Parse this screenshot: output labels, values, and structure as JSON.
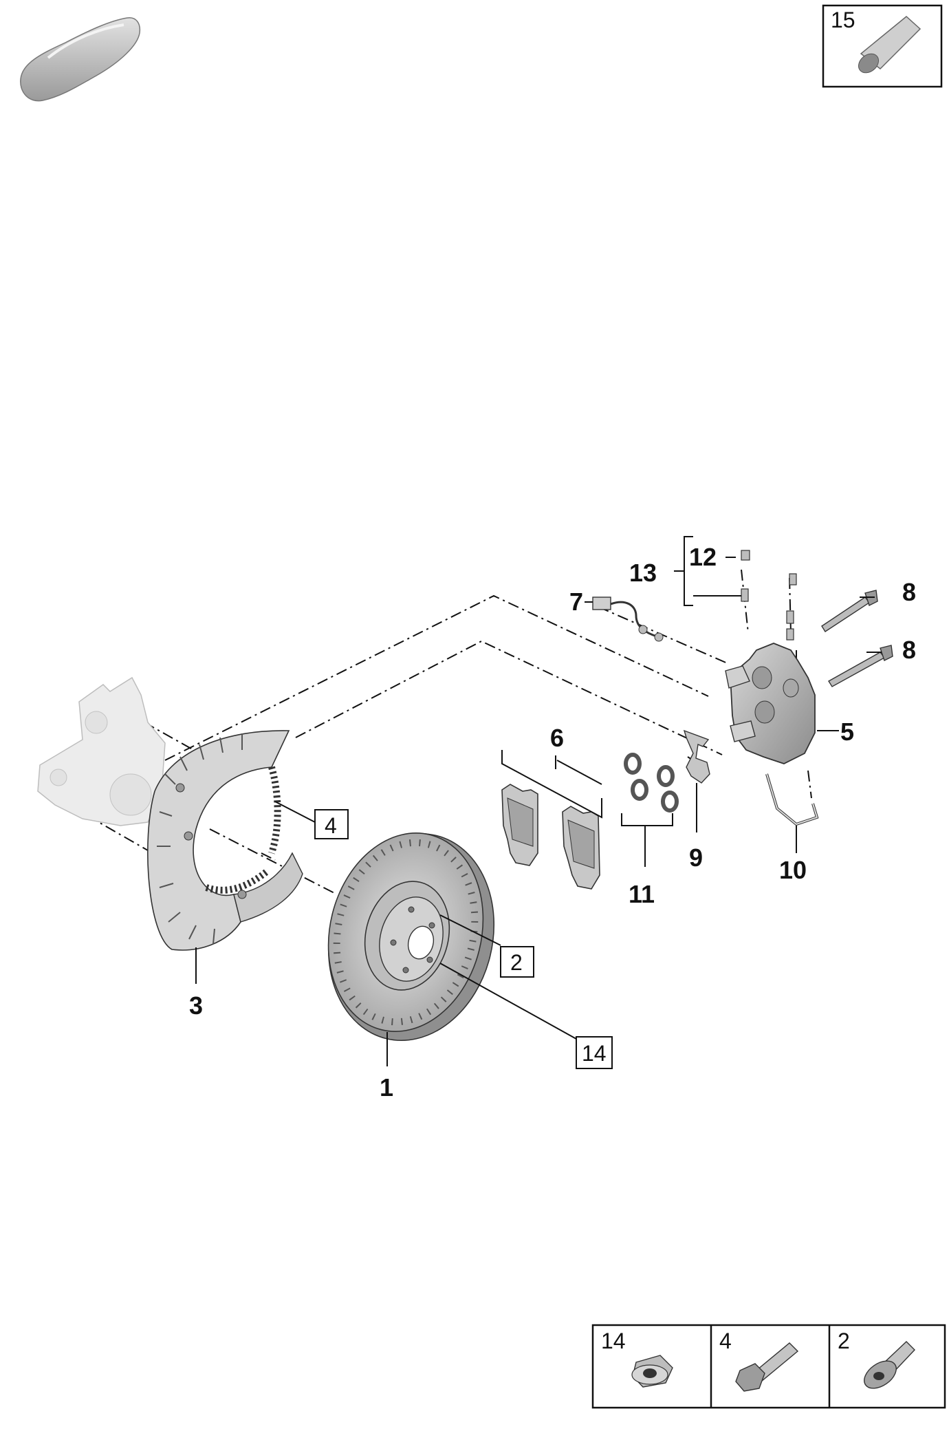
{
  "callouts": {
    "c1": "1",
    "c3": "3",
    "c5": "5",
    "c6": "6",
    "c7": "7",
    "c8a": "8",
    "c8b": "8",
    "c9": "9",
    "c10": "10",
    "c11": "11",
    "c12": "12",
    "c13": "13"
  },
  "boxed": {
    "b4": "4",
    "b2": "2",
    "b14": "14"
  },
  "corner_box": {
    "label": "15"
  },
  "legend": [
    {
      "label": "14",
      "icon": "flange-nut-icon"
    },
    {
      "label": "4",
      "icon": "hex-bolt-icon"
    },
    {
      "label": "2",
      "icon": "countersunk-screw-icon"
    }
  ],
  "colors": {
    "line": "#111111",
    "part_fill": "#d4d4d4",
    "part_dark": "#8a8a8a",
    "ghost": "#ececec"
  }
}
